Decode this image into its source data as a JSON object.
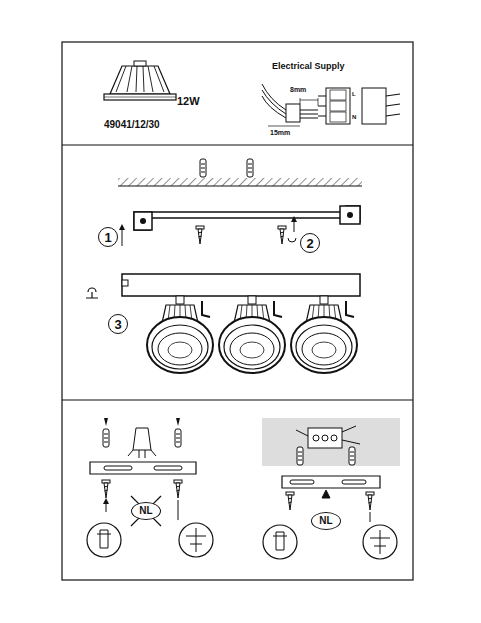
{
  "diagram": {
    "nodes": [
      {
        "text": [
          "1"
        ]
      },
      {
        "text": [
          "2"
        ]
      },
      {
        "text": [
          "3"
        ]
      },
      {
        "text": [
          "NL"
        ]
      },
      {
        "text": [
          "NL"
        ]
      }
    ],
    "labels": [
      "12W",
      "49041/12/30",
      "Electrical Supply",
      "8mm",
      "15mm",
      "L",
      "N"
    ]
  }
}
